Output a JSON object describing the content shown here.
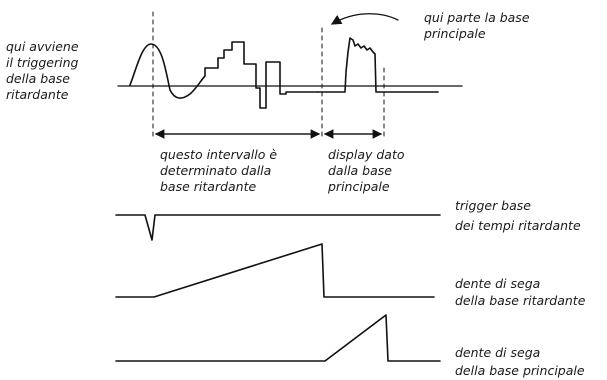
{
  "labels": {
    "left_trigger": [
      "qui avviene",
      "il triggering",
      "della base",
      "ritardante"
    ],
    "top_right": [
      "qui parte la base",
      "principale"
    ],
    "interval_delay": [
      "questo intervallo è",
      "determinato dalla",
      "base ritardante"
    ],
    "interval_display": [
      "display dato",
      "dalla base",
      "principale"
    ],
    "trace_trigger": [
      "trigger base",
      "dei tempi ritardante"
    ],
    "trace_sawtooth_delay": [
      "dente di sega",
      "della base ritardante"
    ],
    "trace_sawtooth_main": [
      "dente di sega",
      "della base principale"
    ]
  },
  "colors": {
    "ink": "#111111",
    "background": "#ffffff"
  }
}
